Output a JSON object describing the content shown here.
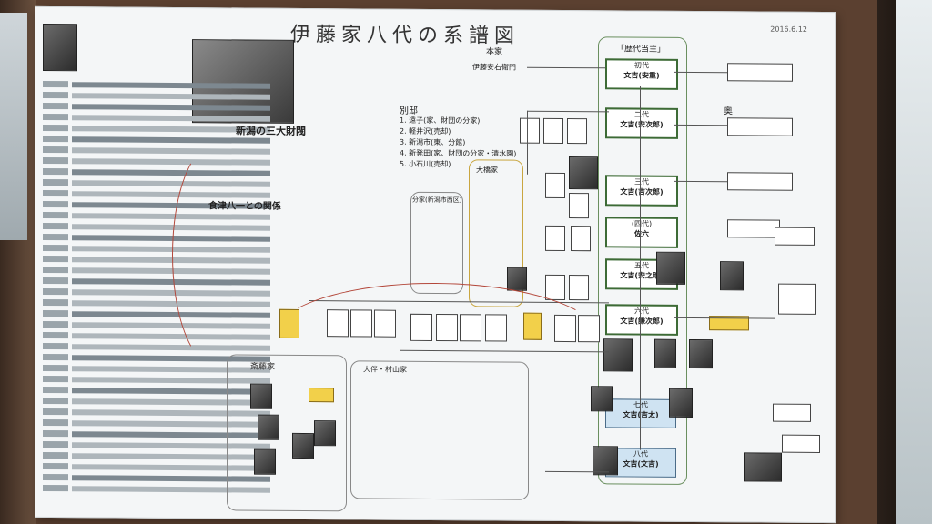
{
  "header": {
    "title": "伊藤家八代の系譜図",
    "date": "2016.6.12"
  },
  "sections": {
    "honke": "本家",
    "honke_name": "伊藤安右衛門",
    "rekidai": "「歴代当主」",
    "gen1_label": "初代",
    "gen1_name": "文吉(安重)",
    "gen2_label": "二代",
    "gen2_name": "文吉(安次郎)",
    "gen3_label": "三代",
    "gen3_name": "文吉(吉次郎)",
    "gen4_label": "(四代)",
    "gen4_name": "佐六",
    "gen5_label": "五代",
    "gen5_name": "文吉(安之助)",
    "gen6_label": "六代",
    "gen6_name": "文吉(謙次郎)",
    "gen7_label": "七代",
    "gen7_name": "文吉(吉太)",
    "gen8_label": "八代",
    "gen8_name": "文吉(文吉)",
    "zaibatsu": "新潟の三大財閥",
    "shiho_list": [
      "1. 遠子(家、財団の分家)",
      "2. 軽井沢(売却)",
      "3. 新潟市(東、分館)",
      "4. 新発田(家、財団の分家・清水園)",
      "5. 小石川(売却)"
    ],
    "shiho_heading": "別邸",
    "kurokawa": "食津八一との関係",
    "ohashi": "大橋家",
    "saito": "斎藤家",
    "murayama": "大伴・村山家",
    "okusama": "奥",
    "bunke": "分家(新潟市西区)"
  }
}
